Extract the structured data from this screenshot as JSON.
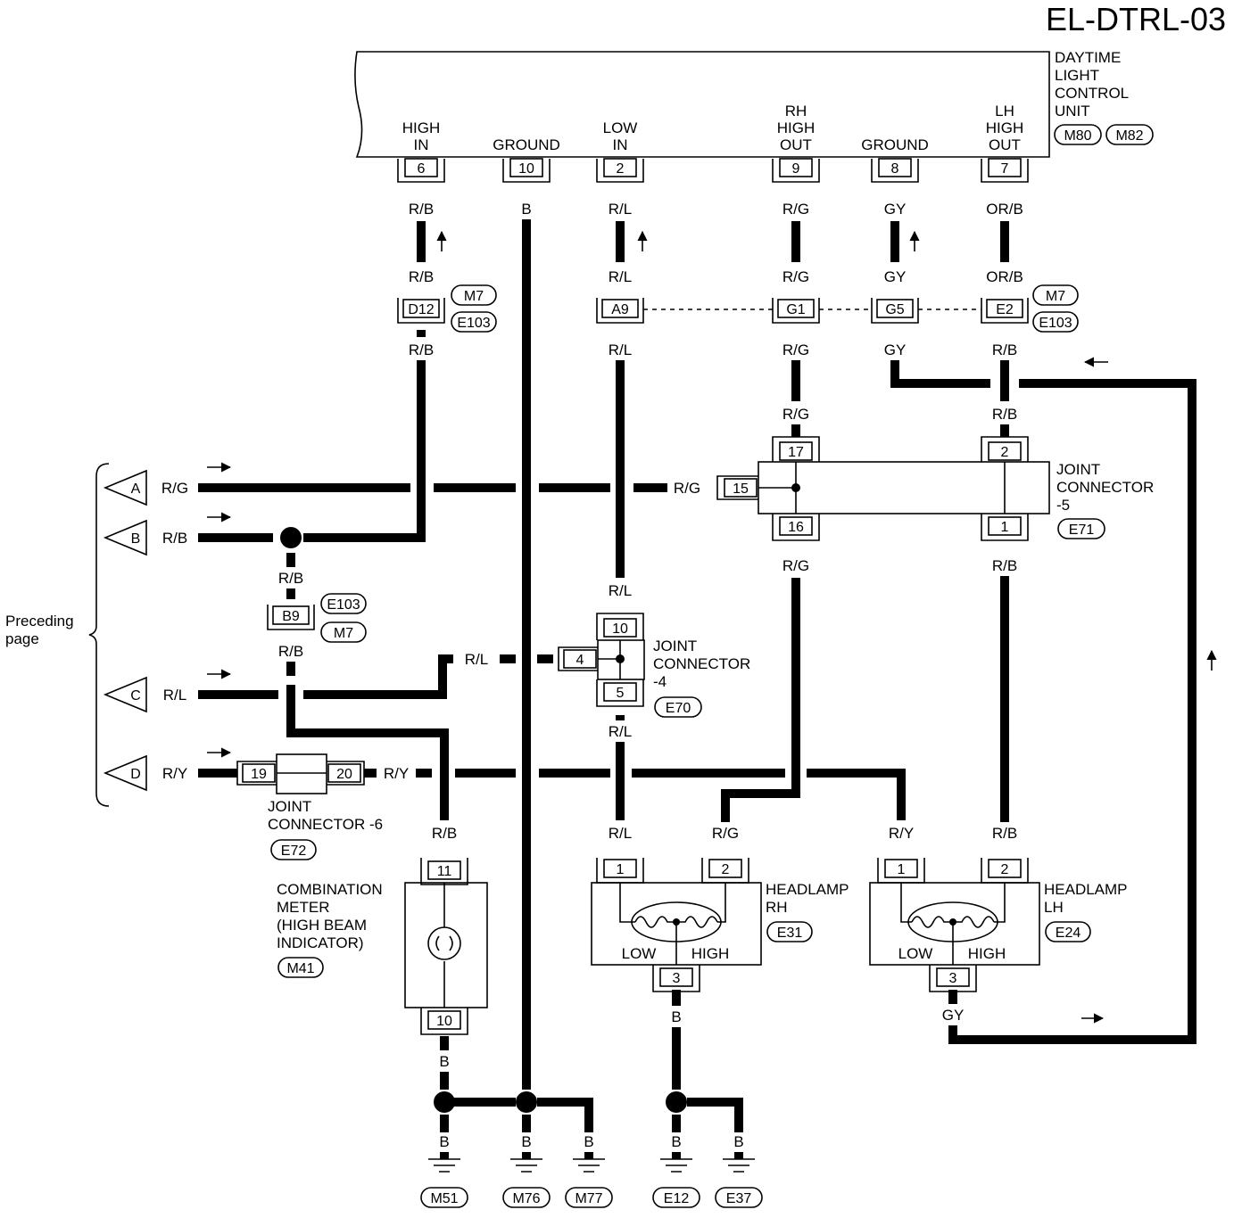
{
  "title": "EL-DTRL-03",
  "control_unit": {
    "name_lines": [
      "DAYTIME",
      "LIGHT",
      "CONTROL",
      "UNIT"
    ],
    "connectors": [
      "M80",
      "M82"
    ],
    "terminals": [
      {
        "lines": [
          "HIGH",
          "IN"
        ],
        "pin": "6",
        "wire": "R/B"
      },
      {
        "lines": [
          "GROUND"
        ],
        "pin": "10",
        "wire": "B"
      },
      {
        "lines": [
          "LOW",
          "IN"
        ],
        "pin": "2",
        "wire": "R/L"
      },
      {
        "lines": [
          "RH",
          "HIGH",
          "OUT"
        ],
        "pin": "9",
        "wire": "R/G"
      },
      {
        "lines": [
          "GROUND"
        ],
        "pin": "8",
        "wire": "GY"
      },
      {
        "lines": [
          "LH",
          "HIGH",
          "OUT"
        ],
        "pin": "7",
        "wire": "OR/B"
      }
    ]
  },
  "inline_connectors": {
    "group1": [
      "M7",
      "E103"
    ],
    "pins": [
      "D12",
      "A9",
      "G1",
      "G5",
      "E2",
      "B9"
    ]
  },
  "wire_colors": {
    "rb": "R/B",
    "rl": "R/L",
    "rg": "R/G",
    "gy": "GY",
    "orb": "OR/B",
    "ry": "R/Y",
    "b": "B"
  },
  "preceding": {
    "label_lines": [
      "Preceding",
      "page"
    ],
    "letters": [
      "A",
      "B",
      "C",
      "D"
    ]
  },
  "joint5": {
    "lines": [
      "JOINT",
      "CONNECTOR",
      "-5"
    ],
    "id": "E71",
    "pins": [
      "17",
      "15",
      "16",
      "2",
      "1"
    ]
  },
  "joint4": {
    "lines": [
      "JOINT",
      "CONNECTOR",
      "-4"
    ],
    "id": "E70",
    "pins": [
      "10",
      "4",
      "5"
    ]
  },
  "joint6": {
    "lines": [
      "JOINT",
      "CONNECTOR -6"
    ],
    "id": "E72",
    "pins": [
      "19",
      "20"
    ]
  },
  "meter": {
    "lines": [
      "COMBINATION",
      "METER",
      "(HIGH BEAM",
      "INDICATOR)"
    ],
    "id": "M41",
    "pins": [
      "11",
      "10"
    ]
  },
  "headlamp_rh": {
    "lines": [
      "HEADLAMP",
      "RH"
    ],
    "id": "E31",
    "pins": [
      "1",
      "2",
      "3"
    ],
    "low": "LOW",
    "high": "HIGH"
  },
  "headlamp_lh": {
    "lines": [
      "HEADLAMP",
      "LH"
    ],
    "id": "E24",
    "pins": [
      "1",
      "2",
      "3"
    ],
    "low": "LOW",
    "high": "HIGH"
  },
  "grounds": [
    "M51",
    "M76",
    "M77",
    "E12",
    "E37"
  ]
}
